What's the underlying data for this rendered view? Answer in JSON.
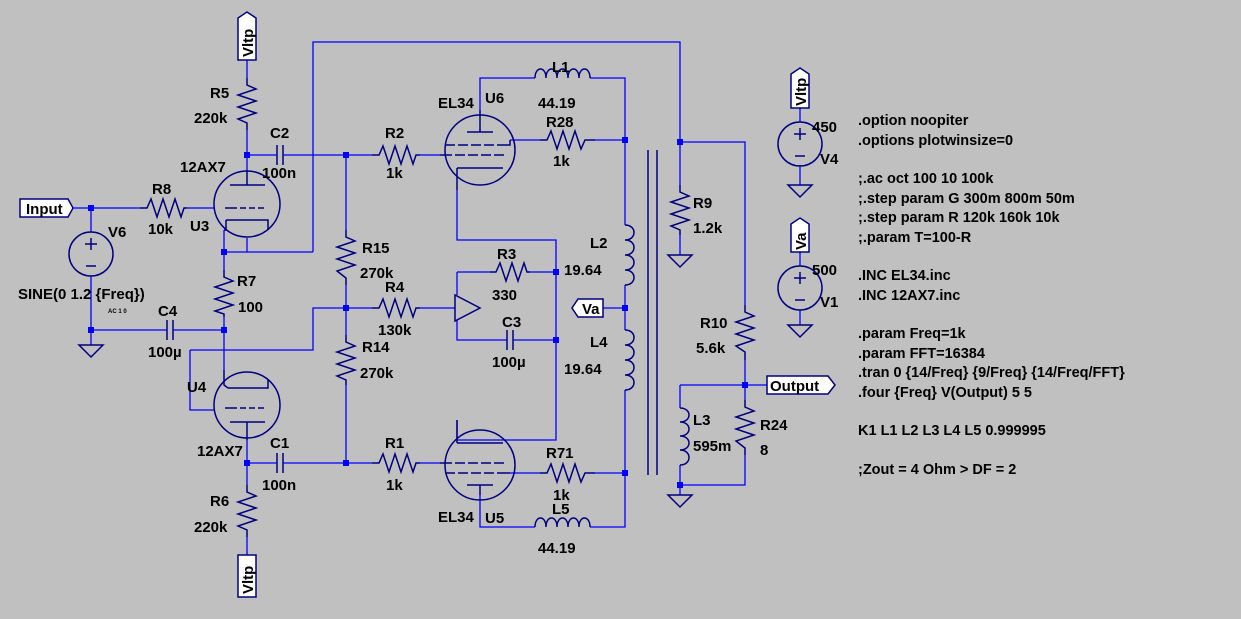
{
  "app": "LTspice schematic",
  "colors": {
    "background": "#c0c0c0",
    "wire": "#0000ff",
    "component": "#000080",
    "text": "#000000"
  },
  "net_labels": {
    "input": "Input",
    "output": "Output",
    "va": "Va",
    "vltp": "Vltp"
  },
  "components": {
    "R5": {
      "ref": "R5",
      "value": "220k"
    },
    "R6": {
      "ref": "R6",
      "value": "220k"
    },
    "R7": {
      "ref": "R7",
      "value": "100"
    },
    "R8": {
      "ref": "R8",
      "value": "10k"
    },
    "R2": {
      "ref": "R2",
      "value": "1k"
    },
    "R1": {
      "ref": "R1",
      "value": "1k"
    },
    "R15": {
      "ref": "R15",
      "value": "270k"
    },
    "R14": {
      "ref": "R14",
      "value": "270k"
    },
    "R4": {
      "ref": "R4",
      "value": "130k"
    },
    "R3": {
      "ref": "R3",
      "value": "330"
    },
    "R28": {
      "ref": "R28",
      "value": "1k"
    },
    "R71": {
      "ref": "R71",
      "value": "1k"
    },
    "R9": {
      "ref": "R9",
      "value": "1.2k"
    },
    "R10": {
      "ref": "R10",
      "value": "5.6k"
    },
    "R24": {
      "ref": "R24",
      "value": "8"
    },
    "C1": {
      "ref": "C1",
      "value": "100n"
    },
    "C2": {
      "ref": "C2",
      "value": "100n"
    },
    "C3": {
      "ref": "C3",
      "value": "100µ"
    },
    "C4": {
      "ref": "C4",
      "value": "100µ"
    },
    "L1": {
      "ref": "L1",
      "value": "44.19"
    },
    "L5": {
      "ref": "L5",
      "value": "44.19"
    },
    "L2": {
      "ref": "L2",
      "value": "19.64"
    },
    "L4": {
      "ref": "L4",
      "value": "19.64"
    },
    "L3": {
      "ref": "L3",
      "value": "595m"
    },
    "U3": {
      "ref": "U3",
      "model": "12AX7"
    },
    "U4": {
      "ref": "U4",
      "model": "12AX7"
    },
    "U6": {
      "ref": "U6",
      "model": "EL34"
    },
    "U5": {
      "ref": "U5",
      "model": "EL34"
    },
    "V6": {
      "ref": "V6",
      "value": "SINE(0 1.2 {Freq})",
      "ac": "AC 1 0"
    },
    "V4": {
      "ref": "V4",
      "value": "450"
    },
    "V1": {
      "ref": "V1",
      "value": "500"
    }
  },
  "directives": [
    ".option noopiter",
    ".options plotwinsize=0",
    ";.ac oct 100 10 100k",
    ";.step param G 300m 800m 50m",
    ";.step param R 120k 160k 10k",
    ";.param T=100-R",
    ".INC EL34.inc",
    ".INC 12AX7.inc",
    ".param Freq=1k",
    ".param FFT=16384",
    ".tran 0 {14/Freq} {9/Freq} {14/Freq/FFT}",
    ".four {Freq} V(Output) 5 5",
    "K1 L1 L2 L3 L4 L5 0.999995",
    ";Zout = 4 Ohm > DF = 2"
  ]
}
